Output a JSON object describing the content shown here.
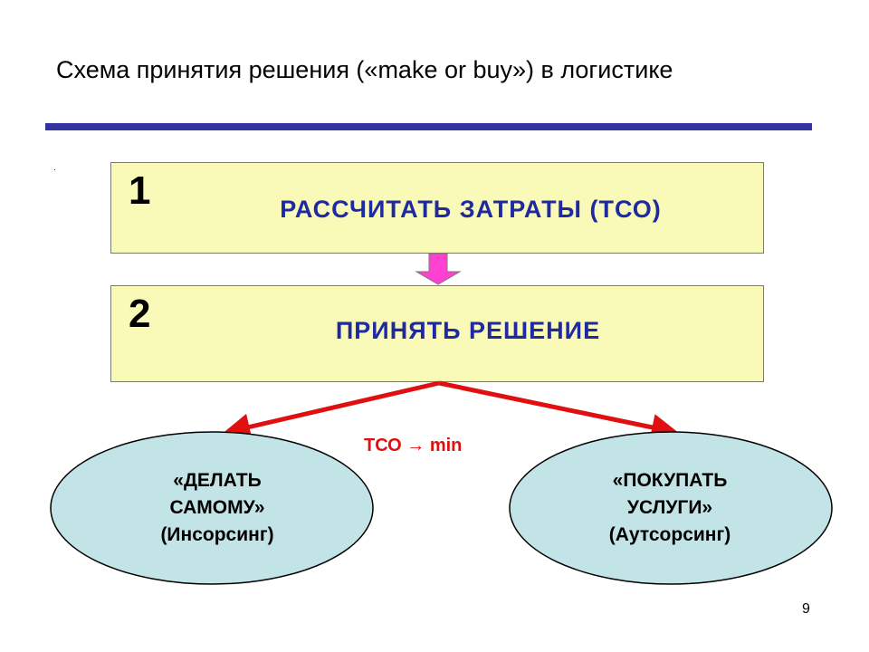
{
  "title": "Схема принятия решения  («make or  buy») в логистике",
  "dot": ".",
  "step1": {
    "number": "1",
    "text": "РАССЧИТАТЬ ЗАТРАТЫ (ТСО)"
  },
  "step2": {
    "number": "2",
    "text": "ПРИНЯТЬ РЕШЕНИЕ"
  },
  "criterion": "ТСО → min",
  "option_left": {
    "line1": "«ДЕЛАТЬ",
    "line2": "САМОМУ»",
    "line3": "(Инсорсинг)"
  },
  "option_right": {
    "line1": "«ПОКУПАТЬ",
    "line2": "УСЛУГИ»",
    "line3": "(Аутсорсинг)"
  },
  "page_number": "9",
  "colors": {
    "title_rule": "#3333a0",
    "box_fill": "#fafab8",
    "box_text": "#1f2aa0",
    "down_arrow": "#ff40d0",
    "branch_arrows": "#e01010",
    "ellipse_fill": "#c2e4e6"
  }
}
